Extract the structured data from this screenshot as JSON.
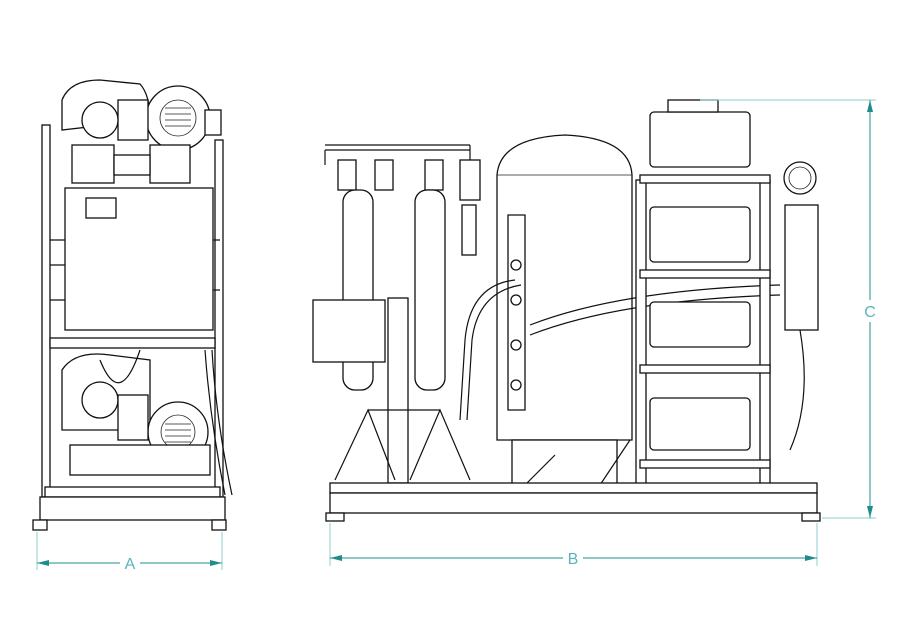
{
  "dimensions": {
    "width_side": "A",
    "length_front": "B",
    "height": "C"
  },
  "colors": {
    "dimension_line": "#1f8c8c",
    "dimension_label": "#5ab4be",
    "drawing_line": "#111111"
  }
}
